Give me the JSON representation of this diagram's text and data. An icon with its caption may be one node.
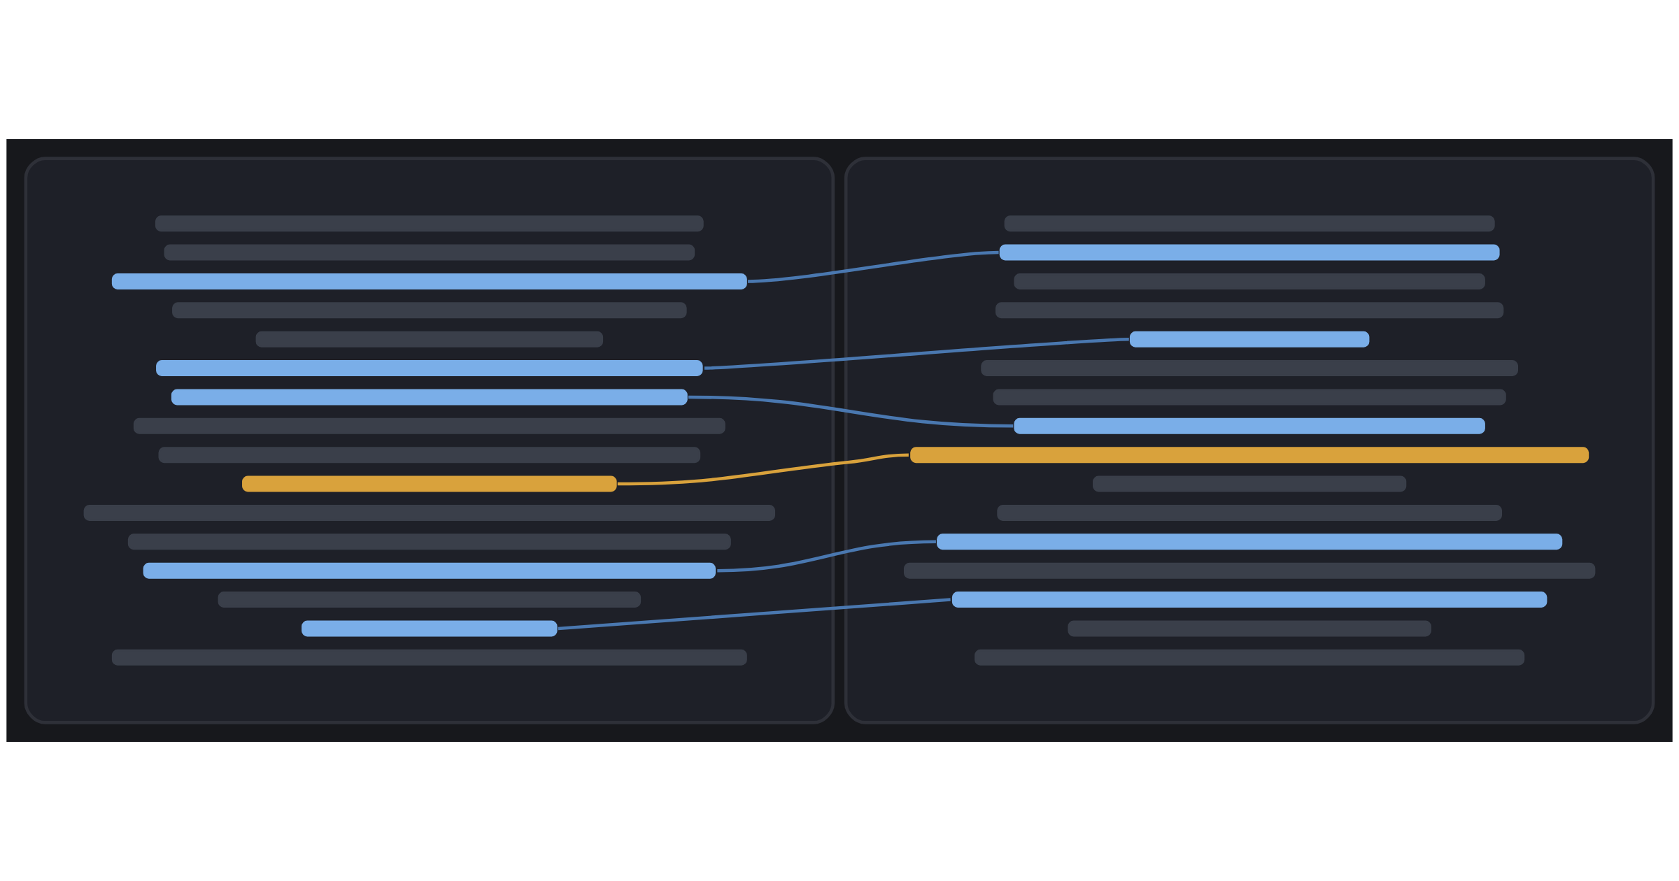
{
  "diagram": {
    "nodes": [
      {
        "text": [],
        "shape": "box"
      },
      {
        "text": [],
        "shape": "bar",
        "in": 0
      },
      {
        "text": [],
        "shape": "bar",
        "in": 0
      },
      {
        "text": [],
        "shape": "bar",
        "in": 0
      },
      {
        "text": [],
        "shape": "bar",
        "in": 0
      },
      {
        "text": [],
        "shape": "bar",
        "in": 0
      },
      {
        "text": [],
        "shape": "bar",
        "in": 0
      },
      {
        "text": [],
        "shape": "bar",
        "in": 0
      },
      {
        "text": [],
        "shape": "bar",
        "in": 0
      },
      {
        "text": [],
        "shape": "bar",
        "in": 0
      },
      {
        "text": [],
        "shape": "bar",
        "in": 0
      },
      {
        "text": [],
        "shape": "bar",
        "in": 0
      },
      {
        "text": [],
        "shape": "bar",
        "in": 0
      },
      {
        "text": [],
        "shape": "bar",
        "in": 0
      },
      {
        "text": [],
        "shape": "bar",
        "in": 0
      },
      {
        "text": [],
        "shape": "bar",
        "in": 0
      },
      {
        "text": [],
        "shape": "bar",
        "in": 0
      },
      {
        "text": [],
        "shape": "box"
      },
      {
        "text": [],
        "shape": "bar",
        "in": 17
      },
      {
        "text": [],
        "shape": "bar",
        "in": 17
      },
      {
        "text": [],
        "shape": "bar",
        "in": 17
      },
      {
        "text": [],
        "shape": "bar",
        "in": 17
      },
      {
        "text": [],
        "shape": "bar",
        "in": 17
      },
      {
        "text": [],
        "shape": "bar",
        "in": 17
      },
      {
        "text": [],
        "shape": "bar",
        "in": 17
      },
      {
        "text": [],
        "shape": "bar",
        "in": 17
      },
      {
        "text": [],
        "shape": "bar",
        "in": 17
      },
      {
        "text": [],
        "shape": "bar",
        "in": 17
      },
      {
        "text": [],
        "shape": "bar",
        "in": 17
      },
      {
        "text": [],
        "shape": "bar",
        "in": 17
      },
      {
        "text": [],
        "shape": "bar",
        "in": 17
      },
      {
        "text": [],
        "shape": "bar",
        "in": 17
      },
      {
        "text": [],
        "shape": "bar",
        "in": 17
      },
      {
        "text": [],
        "shape": "bar",
        "in": 17
      }
    ],
    "edges": [
      {
        "from": 3,
        "to": 19,
        "arrow": "none"
      },
      {
        "from": 6,
        "to": 22,
        "arrow": "none"
      },
      {
        "from": 7,
        "to": 25,
        "arrow": "none"
      },
      {
        "from": 10,
        "to": 26,
        "arrow": "none",
        "color": "#d9a23c"
      },
      {
        "from": 13,
        "to": 29,
        "arrow": "none"
      },
      {
        "from": 15,
        "to": 31,
        "arrow": "none"
      }
    ]
  }
}
